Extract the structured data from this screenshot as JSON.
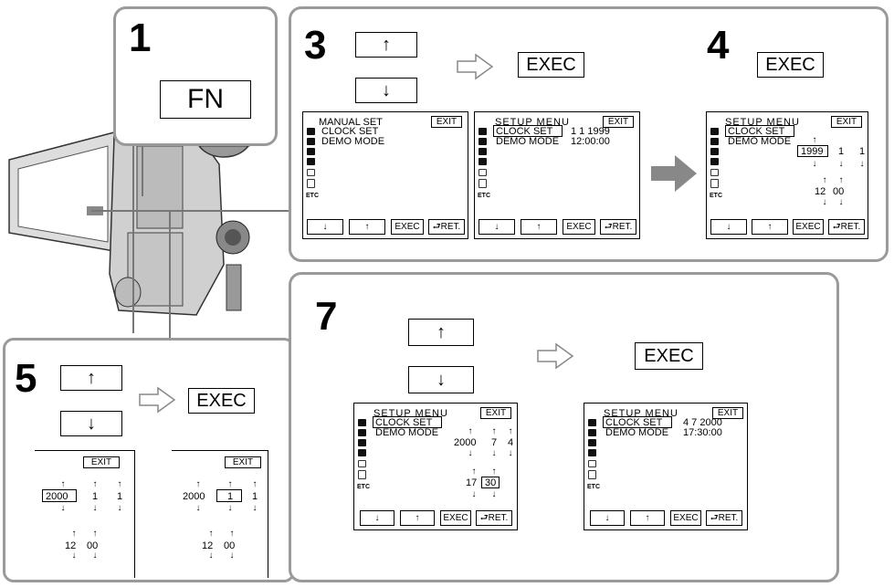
{
  "steps": {
    "s1": "1",
    "s3": "3",
    "s4": "4",
    "s5": "5",
    "s7": "7"
  },
  "buttons": {
    "fn": "FN",
    "exec": "EXEC",
    "up": "↑",
    "down": "↓"
  },
  "screens": {
    "manual": {
      "title": "MANUAL SET",
      "exit": "EXIT",
      "items": [
        "CLOCK SET",
        "DEMO MODE"
      ],
      "etc": "ETC",
      "bottom": [
        "↓",
        "↑",
        "EXEC",
        "⮐RET."
      ]
    },
    "setup": {
      "title": "SETUP MENU",
      "exit": "EXIT",
      "clock": "CLOCK SET",
      "demo": "DEMO MODE",
      "etc": "ETC",
      "date1": "1  1   1999",
      "time1": "12:00:00",
      "bottom": [
        "↓",
        "↑",
        "EXEC",
        "⮐RET."
      ]
    },
    "step4": {
      "year": "1999",
      "m": "1",
      "d": "1",
      "h": "12",
      "min": "00"
    },
    "step5a": {
      "exit": "EXIT",
      "year": "2000",
      "m": "1",
      "d": "1",
      "h": "12",
      "min": "00"
    },
    "step5b": {
      "exit": "EXIT",
      "year": "2000",
      "m": "1",
      "d": "1",
      "h": "12",
      "min": "00"
    },
    "step7a": {
      "year": "2000",
      "m": "7",
      "d": "4",
      "h": "17",
      "min": "30"
    },
    "step7b": {
      "date": "4  7  2000",
      "time": "17:30:00"
    }
  },
  "colors": {
    "panel_border": "#9a9a9a",
    "arrow": "#888888"
  }
}
